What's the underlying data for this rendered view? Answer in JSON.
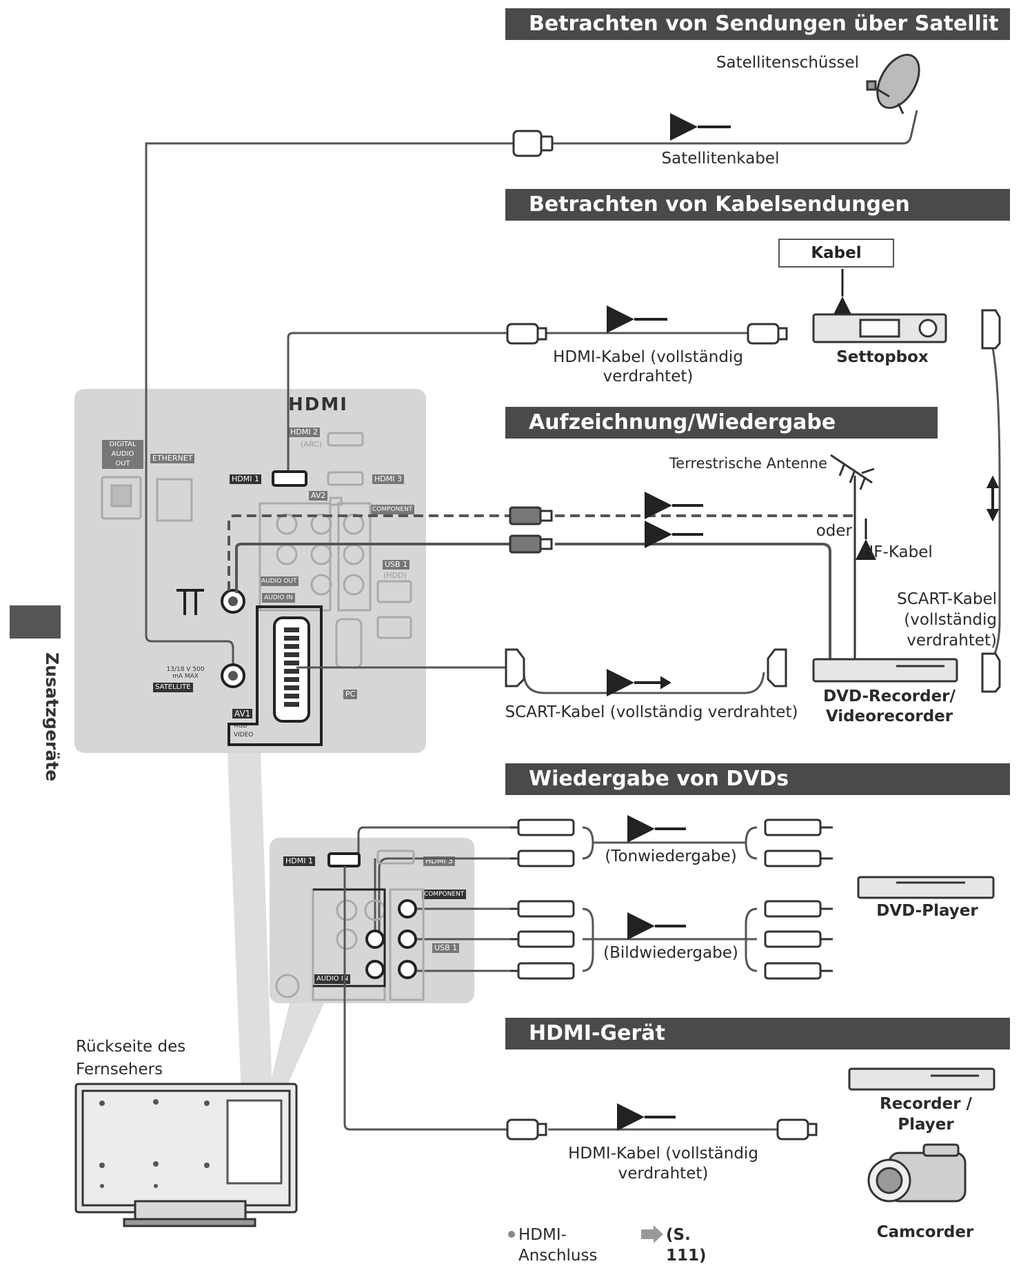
{
  "sections": {
    "satellite": "Betrachten von Sendungen über Satellit",
    "cable": "Betrachten von Kabelsendungen",
    "recording": "Aufzeichnung/Wiedergabe",
    "dvd": "Wiedergabe von DVDs",
    "hdmi": "HDMI-Gerät"
  },
  "side_tab": "Zusatzgeräte",
  "labels": {
    "satellite_dish": "Satellitenschüssel",
    "satellite_cable": "Satellitenkabel",
    "kabel": "Kabel",
    "settopbox": "Settopbox",
    "hdmi_cable_1_line1": "HDMI-Kabel (vollständig",
    "hdmi_cable_1_line2": "verdrahtet)",
    "terrestrial_antenna": "Terrestrische Antenne",
    "oder": "oder",
    "rf_cable": "HF-Kabel",
    "scart_right_line1": "SCART-Kabel",
    "scart_right_line2": "(vollständig",
    "scart_right_line3": "verdrahtet)",
    "scart_bottom": "SCART-Kabel (vollständig verdrahtet)",
    "dvd_recorder_line1": "DVD-Recorder/",
    "dvd_recorder_line2": "Videorecorder",
    "tonwiedergabe": "(Tonwiedergabe)",
    "bildwiedergabe": "(Bildwiedergabe)",
    "dvd_player": "DVD-Player",
    "tv_back_line1": "Rückseite des",
    "tv_back_line2": "Fernsehers",
    "recorder_player": "Recorder / Player",
    "hdmi_cable_2_line1": "HDMI-Kabel (vollständig",
    "hdmi_cable_2_line2": "verdrahtet)",
    "camcorder": "Camcorder",
    "hdmi_ref_text": "HDMI-Anschluss",
    "hdmi_ref_page": "(S. 111)"
  },
  "panel": {
    "hdmi_logo": "HDMI",
    "hdmi1": "HDMI 1",
    "hdmi2": "HDMI 2",
    "arc": "(ARC)",
    "hdmi3": "HDMI 3",
    "digital_audio_out": "DIGITAL AUDIO OUT",
    "ethernet": "ETHERNET",
    "av2": "AV2",
    "component": "COMPONENT",
    "audio_out": "AUDIO OUT",
    "audio_in": "AUDIO IN",
    "usb1": "USB 1",
    "hdd": "(HDD)",
    "pc": "PC",
    "satellite": "SATELLITE",
    "sat_spec": "13/18 V 500 mA MAX",
    "av1": "AV1",
    "rgb": "RGB",
    "video": "VIDEO"
  },
  "colors": {
    "bar": "#4a4a4a",
    "panel": "#d6d6d6",
    "cable": "#555555"
  }
}
